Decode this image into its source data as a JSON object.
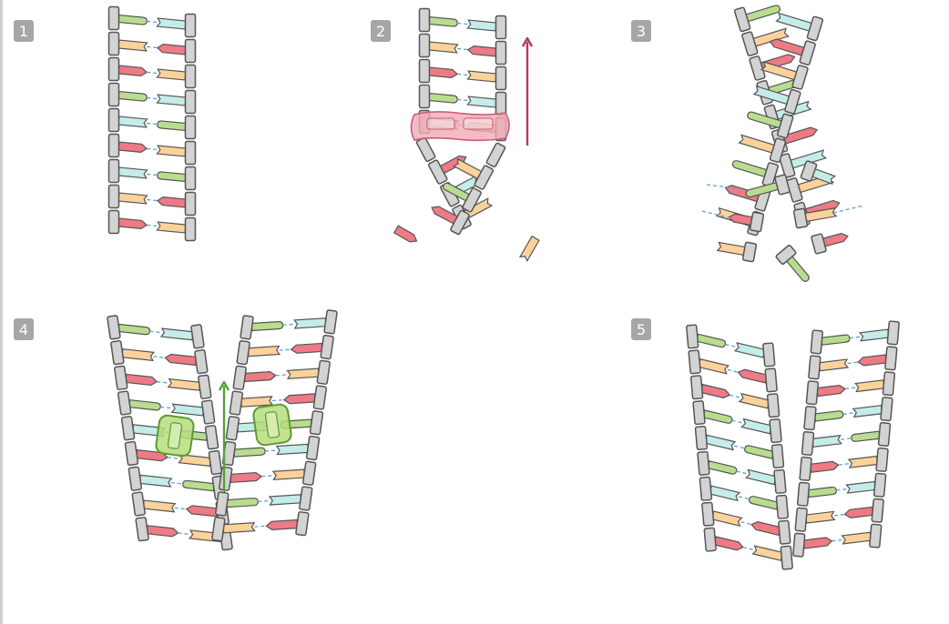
{
  "step_labels": [
    "1",
    "2",
    "3",
    "4",
    "5"
  ],
  "colors": {
    "green": "#b9dd8e",
    "blue": "#c4ede9",
    "orange": "#fcd29b",
    "red": "#ee7a86",
    "backbone": "#d3d3d3",
    "outline": "#555555",
    "bond": "#5aa0d8",
    "helicase": "#f3aab5",
    "helicase_arrow": "#b23a63",
    "polymerase": "#b5dd7e",
    "polymerase_arrow": "#58a03c",
    "badge": "#a6a6a6"
  },
  "icons": [
    "dna-ladder",
    "helicase-enzyme",
    "polymerase-enzyme",
    "direction-arrow",
    "free-nucleotide"
  ]
}
